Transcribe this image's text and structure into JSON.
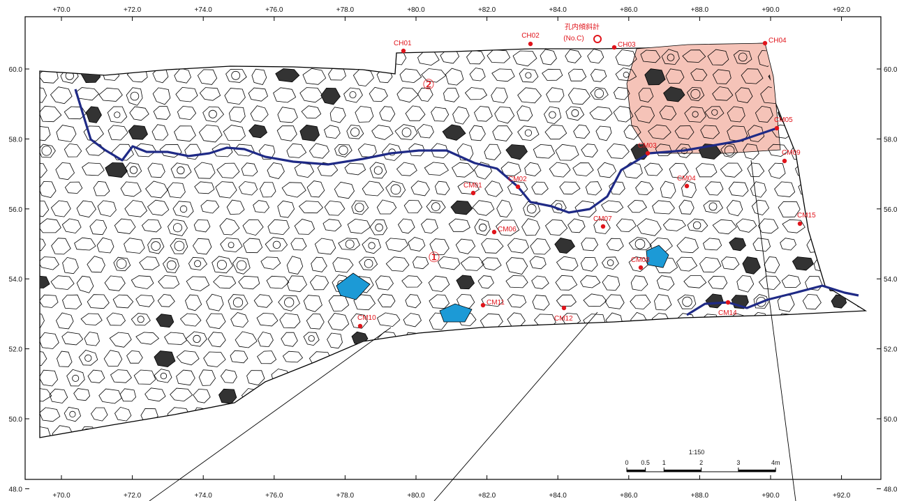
{
  "x_axis": {
    "top_labels": [
      "+70.0",
      "+72.0",
      "+74.0",
      "+76.0",
      "+78.0",
      "+80.0",
      "+82.0",
      "+84.0",
      "+86.0",
      "+88.0",
      "+90.0",
      "+92.0"
    ],
    "bottom_labels": [
      "+70.0",
      "+72.0",
      "+74.0",
      "+76.0",
      "+78.0",
      "+80.0",
      "+82.0",
      "+84.0",
      "+86.0",
      "+88.0",
      "+90.0",
      "+92.0"
    ]
  },
  "y_axis": {
    "left_labels": [
      "60.0",
      "58.0",
      "56.0",
      "54.0",
      "52.0",
      "50.0",
      "48.0"
    ],
    "right_labels": [
      "60.0",
      "58.0",
      "56.0",
      "54.0",
      "52.0",
      "50.0",
      "48.0"
    ]
  },
  "points": [
    {
      "label": "CH01"
    },
    {
      "label": "CH02"
    },
    {
      "label": "CH03"
    },
    {
      "label": "CH04"
    },
    {
      "label": "CM05"
    },
    {
      "label": "CM09"
    },
    {
      "label": "CM03"
    },
    {
      "label": "CM04"
    },
    {
      "label": "CM01"
    },
    {
      "label": "CM02"
    },
    {
      "label": "CM07"
    },
    {
      "label": "CM06"
    },
    {
      "label": "CM08"
    },
    {
      "label": "CM15"
    },
    {
      "label": "CM10"
    },
    {
      "label": "CM11"
    },
    {
      "label": "CM12"
    },
    {
      "label": "CM14"
    }
  ],
  "inclinometer": {
    "line1": "孔内傾斜計",
    "line2": "(No.C)"
  },
  "section_markers": {
    "one": "①",
    "two": "②"
  },
  "scale_bar": {
    "ratio": "1:150",
    "ticks": [
      "0",
      "0.5",
      "1",
      "2",
      "3",
      "4m"
    ]
  },
  "colors": {
    "marker": "#e0141b",
    "line": "#1f2a86",
    "pink": "#f5c3b8",
    "blue": "#1c9ad6",
    "frame": "#000000"
  }
}
